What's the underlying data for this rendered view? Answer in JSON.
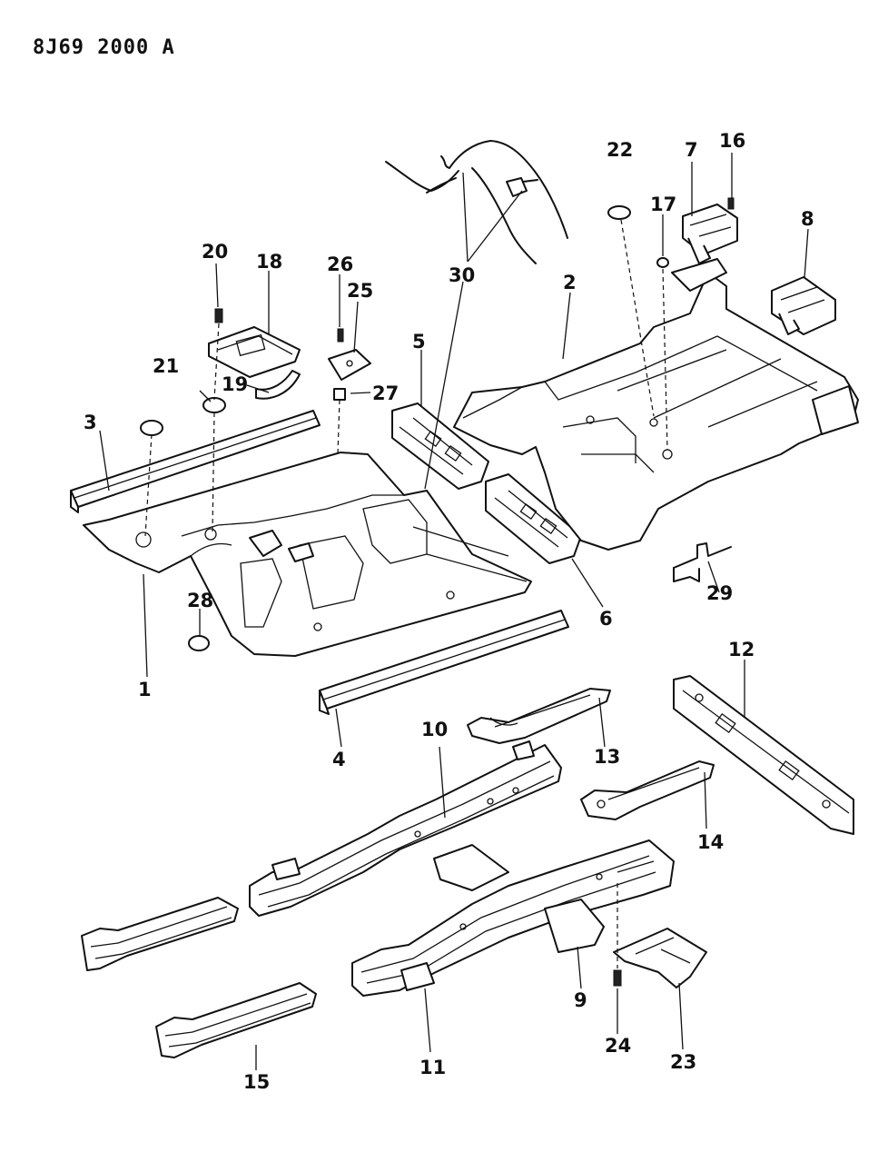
{
  "diagram_id": "8J69 2000 A",
  "callouts": [
    {
      "id": "c1",
      "label": "1"
    },
    {
      "id": "c2",
      "label": "2"
    },
    {
      "id": "c3",
      "label": "3"
    },
    {
      "id": "c4",
      "label": "4"
    },
    {
      "id": "c5",
      "label": "5"
    },
    {
      "id": "c6",
      "label": "6"
    },
    {
      "id": "c7",
      "label": "7"
    },
    {
      "id": "c8",
      "label": "8"
    },
    {
      "id": "c9",
      "label": "9"
    },
    {
      "id": "c10",
      "label": "10"
    },
    {
      "id": "c11",
      "label": "11"
    },
    {
      "id": "c12",
      "label": "12"
    },
    {
      "id": "c13",
      "label": "13"
    },
    {
      "id": "c14",
      "label": "14"
    },
    {
      "id": "c15",
      "label": "15"
    },
    {
      "id": "c16",
      "label": "16"
    },
    {
      "id": "c17",
      "label": "17"
    },
    {
      "id": "c18",
      "label": "18"
    },
    {
      "id": "c19",
      "label": "19"
    },
    {
      "id": "c20",
      "label": "20"
    },
    {
      "id": "c21",
      "label": "21"
    },
    {
      "id": "c22",
      "label": "22"
    },
    {
      "id": "c23",
      "label": "23"
    },
    {
      "id": "c24",
      "label": "24"
    },
    {
      "id": "c25",
      "label": "25"
    },
    {
      "id": "c26",
      "label": "26"
    },
    {
      "id": "c27",
      "label": "27"
    },
    {
      "id": "c28",
      "label": "28"
    },
    {
      "id": "c29",
      "label": "29"
    },
    {
      "id": "c30",
      "label": "30"
    }
  ]
}
